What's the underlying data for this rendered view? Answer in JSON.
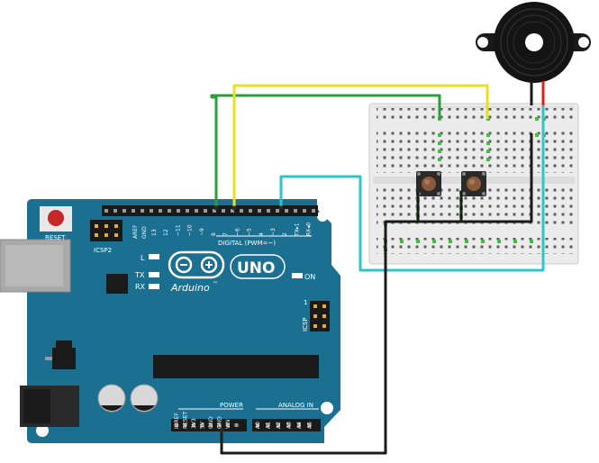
{
  "board": {
    "reset_label": "RESET",
    "icsp2_label": "ICSP2",
    "icsp_label": "ICSP",
    "aref_label": "AREF",
    "gnd_label": "GND",
    "digital_pin_labels": [
      "13",
      "12",
      "~11",
      "~10",
      "~9",
      "8",
      "7",
      "~6",
      "~5",
      "4",
      "~3",
      "2",
      "TX▸1",
      "RX◂0"
    ],
    "digital_label": "DIGITAL (PWM=~)",
    "led_l_label": "L",
    "led_tx_label": "TX",
    "led_rx_label": "RX",
    "on_label": "ON",
    "brand_label": "Arduino",
    "tm_label": "™",
    "uno_label": "UNO",
    "icsp_pin_one": "1",
    "power_label": "POWER",
    "power_pin_labels": [
      "IOREF",
      "RESET",
      "3V3",
      "5V",
      "GND",
      "GND",
      "VIN"
    ],
    "analog_label": "ANALOG IN",
    "analog_pin_labels": [
      "A0",
      "A1",
      "A2",
      "A3",
      "A4",
      "A5"
    ]
  },
  "colors": {
    "board": "#1b6f90",
    "board_dark": "#155a77",
    "wire_green": "#2d9c3a",
    "wire_yellow": "#e5e21c",
    "wire_cyan": "#2fc4c9",
    "wire_black": "#1a1a1a",
    "wire_red": "#d8231a",
    "breadboard": "#ececec",
    "button_cap": "#8a5a3a"
  }
}
